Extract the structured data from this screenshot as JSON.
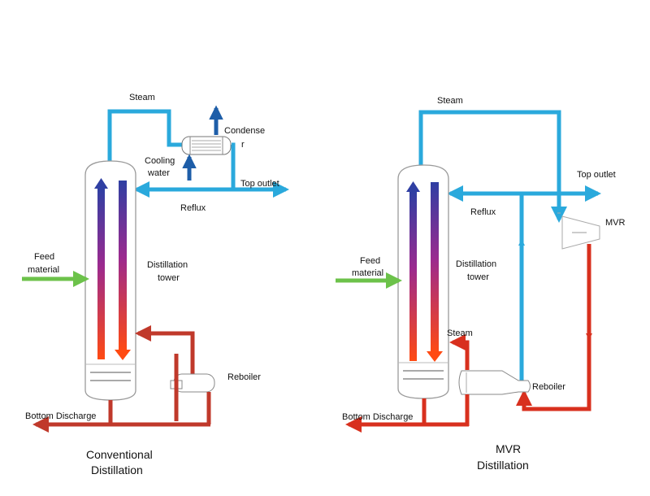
{
  "colors": {
    "steam_blue": "#2aa9dc",
    "cooling_blue": "#1e5ea8",
    "hot_red": "#d8301e",
    "reboiler_red": "#c0392b",
    "feed_green": "#6cc24a",
    "tower_gradient_top": "#2f3fa3",
    "tower_gradient_mid": "#9b2a8f",
    "tower_gradient_bottom": "#ff4a12"
  },
  "conventional": {
    "steam": "Steam",
    "condenser_line1": "Condense",
    "condenser_line2": "r",
    "cooling_line1": "Cooling",
    "cooling_line2": "water",
    "top_outlet": "Top outlet",
    "reflux": "Reflux",
    "feed_line1": "Feed",
    "feed_line2": "material",
    "tower_line1": "Distillation",
    "tower_line2": "tower",
    "reboiler": "Reboiler",
    "bottom_discharge": "Bottom Discharge",
    "caption_line1": "Conventional",
    "caption_line2": "Distillation"
  },
  "mvr": {
    "steam_top": "Steam",
    "top_outlet": "Top outlet",
    "reflux": "Reflux",
    "mvr": "MVR",
    "feed_line1": "Feed",
    "feed_line2": "material",
    "tower_line1": "Distillation",
    "tower_line2": "tower",
    "steam_bottom": "Steam",
    "reboiler": "Reboiler",
    "bottom_discharge": "Bottom Discharge",
    "caption_line1": "MVR",
    "caption_line2": "Distillation"
  }
}
